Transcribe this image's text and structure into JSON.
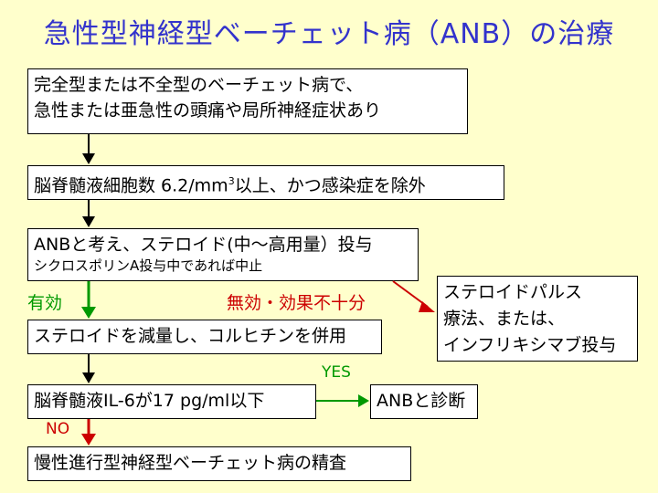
{
  "title": "急性型神経型ベーチェット病（ANB）の治療",
  "boxes": {
    "b1_line1": "完全型または不全型のベーチェット病で、",
    "b1_line2": "急性または亜急性の頭痛や局所神経症状あり",
    "b2_pre": "脳脊髄液細胞数 6.2/mm",
    "b2_sup": "3",
    "b2_post": "以上、かつ感染症を除外",
    "b3_line1": "ANBと考え、ステロイド(中～高用量）投与",
    "b3_sub": "シクロスポリンA投与中であれば中止",
    "b4": "ステロイドを減量し、コルヒチンを併用",
    "b5": "脳脊髄液IL-6が17 pg/ml以下",
    "b6": "慢性進行型神経型ベーチェット病の精査",
    "b7": "ANBと診断",
    "b8_line1": "ステロイドパルス",
    "b8_line2": "療法、または、",
    "b8_line3": "インフリキシマブ投与"
  },
  "labels": {
    "effective": "有効",
    "ineffective": "無効・効果不十分",
    "yes": "YES",
    "no": "NO"
  },
  "colors": {
    "title": "#3333cc",
    "background": "#ffffcc",
    "green": "#009900",
    "red": "#cc0000",
    "arrow": "#000000"
  }
}
